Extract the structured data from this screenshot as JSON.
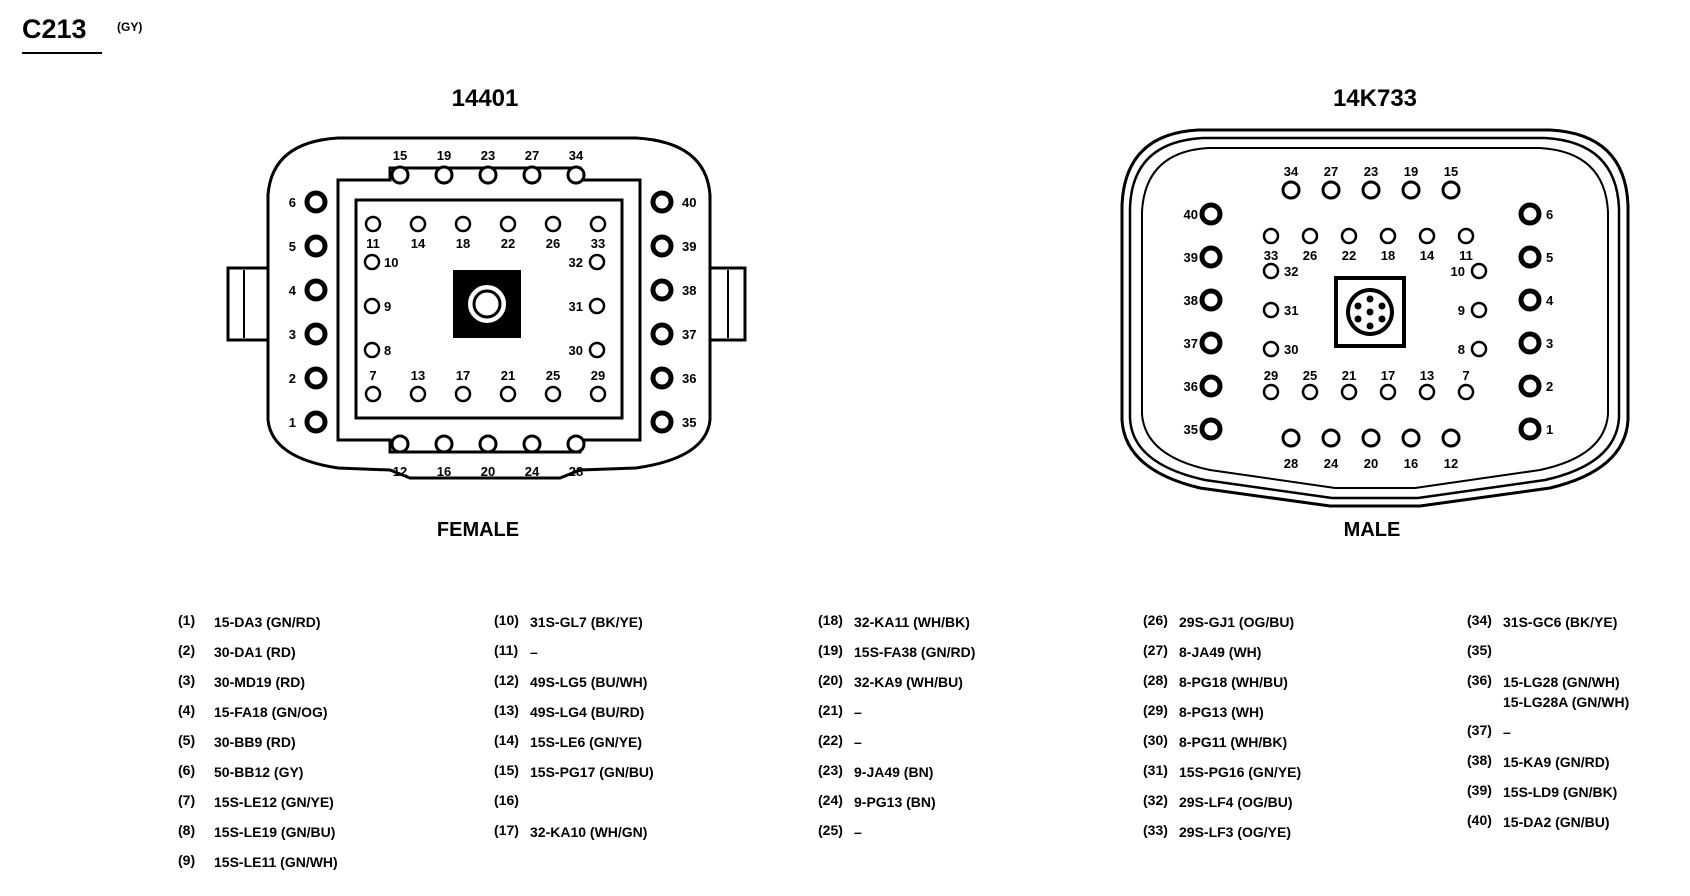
{
  "connector": {
    "id": "C213",
    "color_code": "(GY)"
  },
  "female": {
    "part": "14401",
    "label": "FEMALE",
    "top_pins": [
      "15",
      "19",
      "23",
      "27",
      "34"
    ],
    "bottom_pins": [
      "12",
      "16",
      "20",
      "24",
      "28"
    ],
    "left_pins": [
      "6",
      "5",
      "4",
      "3",
      "2",
      "1"
    ],
    "right_pins": [
      "40",
      "39",
      "38",
      "37",
      "36",
      "35"
    ],
    "inner_top": [
      "11",
      "14",
      "18",
      "22",
      "26",
      "33"
    ],
    "inner_left": [
      "10",
      "9",
      "8"
    ],
    "inner_right": [
      "32",
      "31",
      "30"
    ],
    "inner_bottom": [
      "7",
      "13",
      "17",
      "21",
      "25",
      "29"
    ]
  },
  "male": {
    "part": "14K733",
    "label": "MALE",
    "top_pins": [
      "34",
      "27",
      "23",
      "19",
      "15"
    ],
    "bottom_pins": [
      "28",
      "24",
      "20",
      "16",
      "12"
    ],
    "left_pins": [
      "40",
      "39",
      "38",
      "37",
      "36",
      "35"
    ],
    "right_pins": [
      "6",
      "5",
      "4",
      "3",
      "2",
      "1"
    ],
    "inner_top": [
      "33",
      "26",
      "22",
      "18",
      "14",
      "11"
    ],
    "inner_left": [
      "32",
      "31",
      "30"
    ],
    "inner_right": [
      "10",
      "9",
      "8"
    ],
    "inner_bottom": [
      "29",
      "25",
      "21",
      "17",
      "13",
      "7"
    ]
  },
  "pinout": [
    [
      {
        "num": "(1)",
        "wire": "15-DA3 (GN/RD)"
      },
      {
        "num": "(2)",
        "wire": "30-DA1 (RD)"
      },
      {
        "num": "(3)",
        "wire": "30-MD19 (RD)"
      },
      {
        "num": "(4)",
        "wire": "15-FA18 (GN/OG)"
      },
      {
        "num": "(5)",
        "wire": "30-BB9 (RD)"
      },
      {
        "num": "(6)",
        "wire": "50-BB12 (GY)"
      },
      {
        "num": "(7)",
        "wire": "15S-LE12 (GN/YE)"
      },
      {
        "num": "(8)",
        "wire": "15S-LE19 (GN/BU)"
      },
      {
        "num": "(9)",
        "wire": "15S-LE11 (GN/WH)"
      }
    ],
    [
      {
        "num": "(10)",
        "wire": "31S-GL7 (BK/YE)"
      },
      {
        "num": "(11)",
        "wire": "–"
      },
      {
        "num": "(12)",
        "wire": "49S-LG5 (BU/WH)"
      },
      {
        "num": "(13)",
        "wire": "49S-LG4 (BU/RD)"
      },
      {
        "num": "(14)",
        "wire": "15S-LE6 (GN/YE)"
      },
      {
        "num": "(15)",
        "wire": "15S-PG17 (GN/BU)"
      },
      {
        "num": "(16)",
        "wire": ""
      },
      {
        "num": "(17)",
        "wire": "32-KA10 (WH/GN)"
      }
    ],
    [
      {
        "num": "(18)",
        "wire": "32-KA11 (WH/BK)"
      },
      {
        "num": "(19)",
        "wire": "15S-FA38 (GN/RD)"
      },
      {
        "num": "(20)",
        "wire": "32-KA9 (WH/BU)"
      },
      {
        "num": "(21)",
        "wire": "–"
      },
      {
        "num": "(22)",
        "wire": "–"
      },
      {
        "num": "(23)",
        "wire": "9-JA49 (BN)"
      },
      {
        "num": "(24)",
        "wire": "9-PG13 (BN)"
      },
      {
        "num": "(25)",
        "wire": "–"
      }
    ],
    [
      {
        "num": "(26)",
        "wire": "29S-GJ1 (OG/BU)"
      },
      {
        "num": "(27)",
        "wire": "8-JA49 (WH)"
      },
      {
        "num": "(28)",
        "wire": "8-PG18 (WH/BU)"
      },
      {
        "num": "(29)",
        "wire": "8-PG13 (WH)"
      },
      {
        "num": "(30)",
        "wire": "8-PG11 (WH/BK)"
      },
      {
        "num": "(31)",
        "wire": "15S-PG16 (GN/YE)"
      },
      {
        "num": "(32)",
        "wire": "29S-LF4 (OG/BU)"
      },
      {
        "num": "(33)",
        "wire": "29S-LF3 (OG/YE)"
      }
    ],
    [
      {
        "num": "(34)",
        "wire": "31S-GC6 (BK/YE)"
      },
      {
        "num": "(35)",
        "wire": ""
      },
      {
        "num": "(36)",
        "wire": "15-LG28 (GN/WH)",
        "wire2": "15-LG28A (GN/WH)"
      },
      {
        "num": "(37)",
        "wire": "–"
      },
      {
        "num": "(38)",
        "wire": "15-KA9 (GN/RD)"
      },
      {
        "num": "(39)",
        "wire": "15S-LD9 (GN/BK)"
      },
      {
        "num": "(40)",
        "wire": "15-DA2 (GN/BU)"
      }
    ]
  ]
}
